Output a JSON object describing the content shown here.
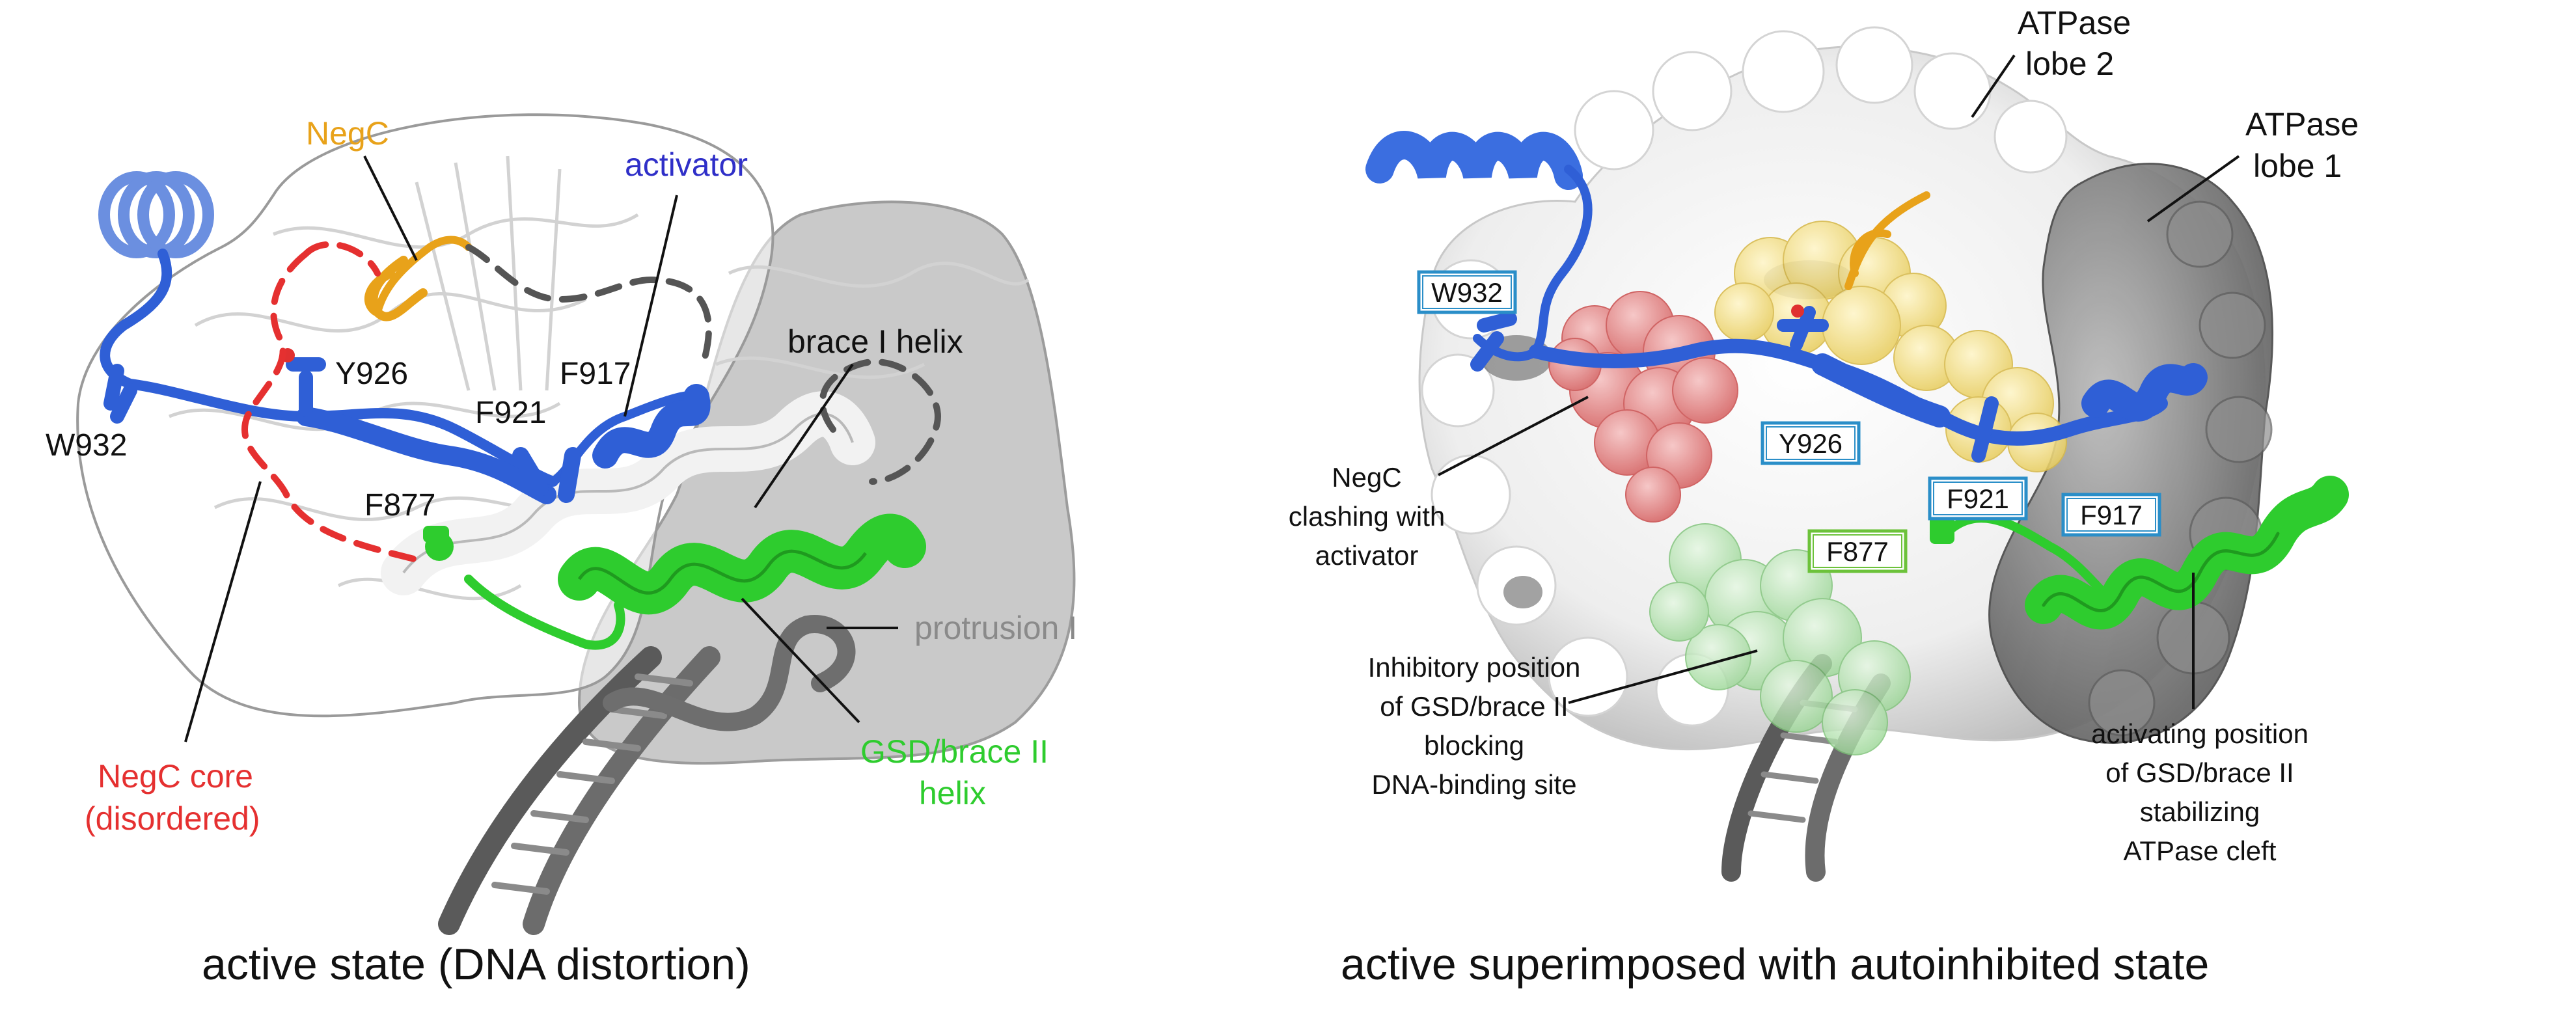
{
  "left_panel": {
    "caption": "active state (DNA distortion)",
    "labels": {
      "negc": "NegC",
      "activator": "activator",
      "brace_i": "brace I helix",
      "protrusion": "protrusion I",
      "gsd_line1": "GSD/brace II",
      "gsd_line2": "helix",
      "negc_core_line1": "NegC core",
      "negc_core_line2": "(disordered)"
    },
    "residues": [
      "W932",
      "Y926",
      "F921",
      "F917",
      "F877"
    ]
  },
  "right_panel": {
    "caption": "active superimposed with autoinhibited state",
    "labels": {
      "lobe2_line1": "ATPase",
      "lobe2_line2": "lobe 2",
      "lobe1_line1": "ATPase",
      "lobe1_line2": "lobe 1",
      "negc_clash": [
        "NegC",
        "clashing with",
        "activator"
      ],
      "inhibitory": [
        "Inhibitory position",
        "of GSD/brace II",
        "blocking",
        "DNA-binding site"
      ],
      "activating": [
        "activating position",
        "of GSD/brace II",
        "stabilizing",
        "ATPase cleft"
      ]
    },
    "residues": {
      "w932": "W932",
      "y926": "Y926",
      "f921": "F921",
      "f917": "F917",
      "f877": "F877"
    }
  },
  "colors": {
    "activator": "#2f5fd6",
    "negc": "#e8a21a",
    "negc_core": "#e53030",
    "gsd": "#2ecc2e",
    "protrusion": "#9a9a9a",
    "box_blue": "#2a8ec8",
    "box_green": "#6cc23a"
  }
}
